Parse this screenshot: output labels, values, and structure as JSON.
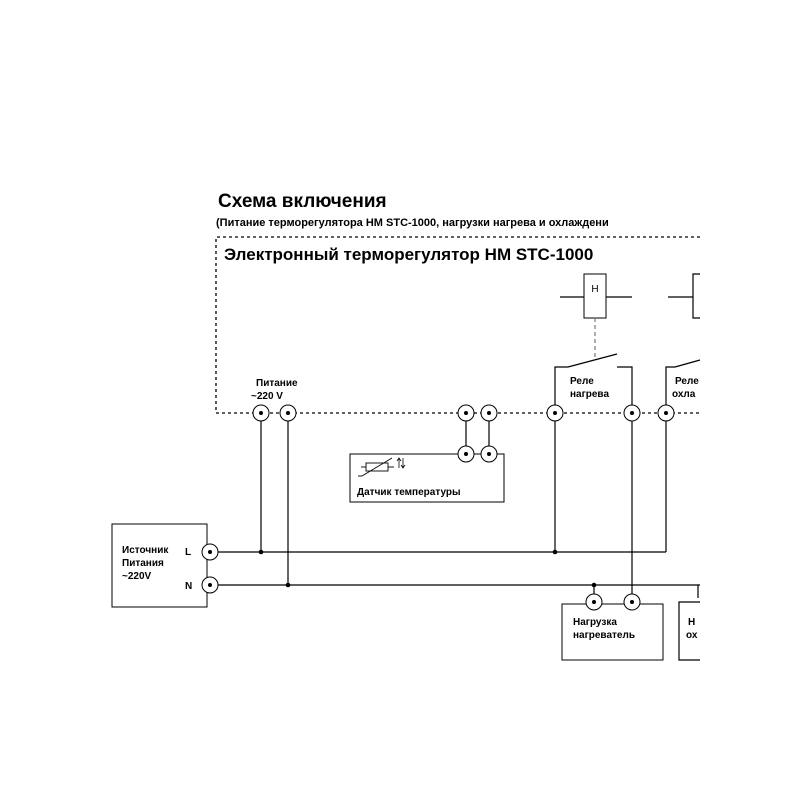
{
  "title": "Схема включения",
  "subtitle": "(Питание терморегулятора НМ STC-1000, нагрузки нагрева и охлаждени",
  "device_heading": "Электронный терморегулятор НМ STC-1000",
  "power_label": [
    "Питание",
    "~220 V"
  ],
  "relay_heat_label": [
    "Реле",
    "нагрева"
  ],
  "relay_cool_label": [
    "Реле",
    "охла"
  ],
  "coil_heat_letter": "Н",
  "sensor_label": "Датчик температуры",
  "source_label": [
    "Источник",
    "Питания",
    "~220V"
  ],
  "line_L": "L",
  "line_N": "N",
  "load_heat_label": [
    "Нагрузка",
    "нагреватель"
  ],
  "load_cool_label": [
    "Н",
    "ох"
  ]
}
